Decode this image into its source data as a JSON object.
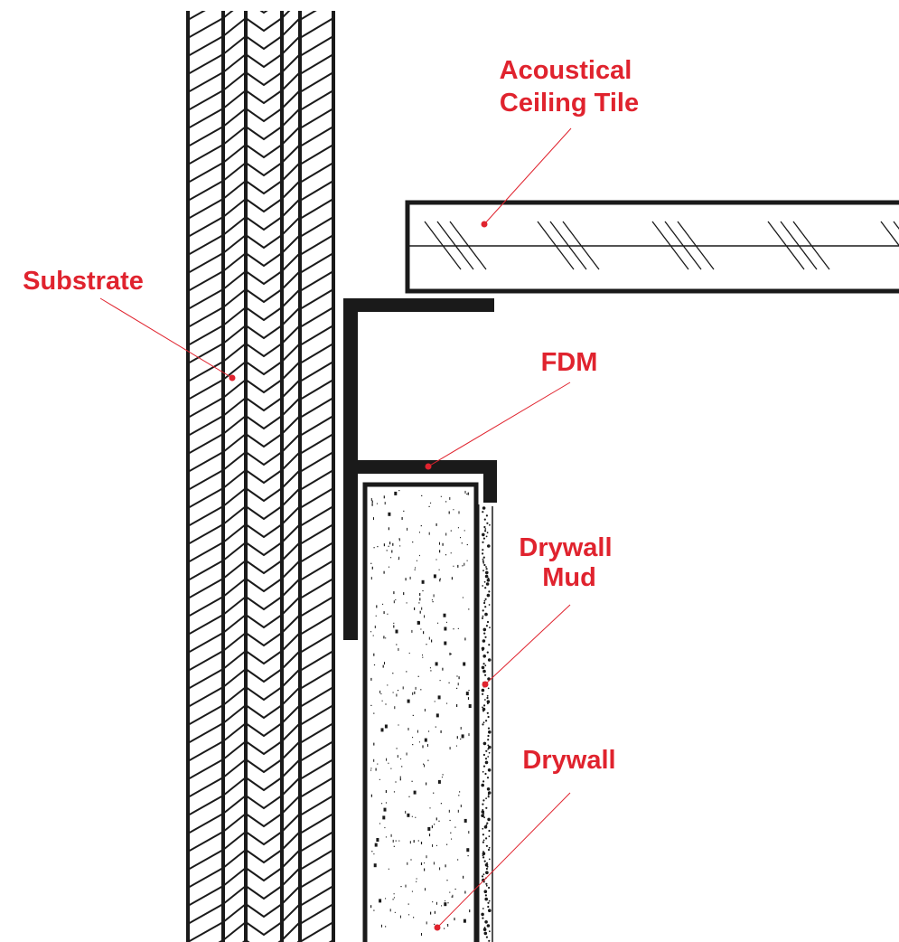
{
  "colors": {
    "label": "#e0232e",
    "line": "#1a1a1a",
    "background": "#ffffff"
  },
  "labels": {
    "ceiling_tile": [
      "Acoustical",
      "Ceiling Tile"
    ],
    "substrate": [
      "Substrate"
    ],
    "fdm": [
      "FDM"
    ],
    "drywall_mud": [
      "Drywall",
      "Mud"
    ],
    "drywall": [
      "Drywall"
    ]
  }
}
